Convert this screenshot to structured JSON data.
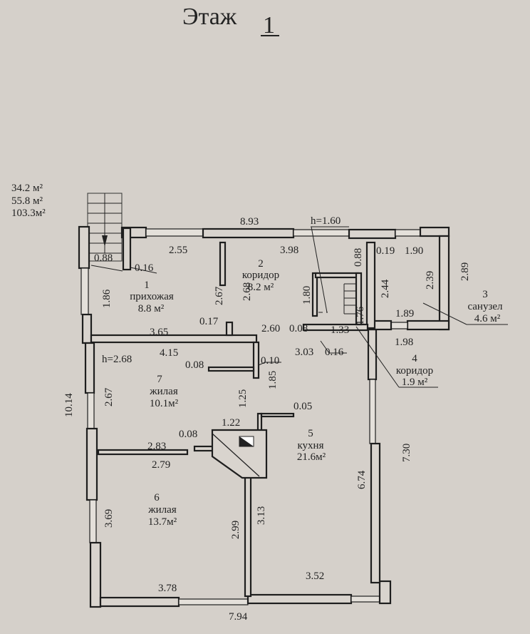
{
  "title": {
    "label": "Этаж",
    "floor_number": "1"
  },
  "totals": [
    "34.2 м²",
    "55.8 м²",
    "103.3м²"
  ],
  "heights": {
    "stair": "h=1.60",
    "ceiling": "h=2.68"
  },
  "rooms": [
    {
      "num": "1",
      "name": "прихожая",
      "area": "8.8 м²"
    },
    {
      "num": "2",
      "name": "коридор",
      "area": "8.2 м²"
    },
    {
      "num": "3",
      "name": "санузел",
      "area": "4.6 м²"
    },
    {
      "num": "4",
      "name": "коридор",
      "area": "1.9 м²"
    },
    {
      "num": "5",
      "name": "кухня",
      "area": "21.6м²"
    },
    {
      "num": "6",
      "name": "жилая",
      "area": "13.7м²"
    },
    {
      "num": "7",
      "name": "жилая",
      "area": "10.1м²"
    }
  ],
  "dims": [
    "8.93",
    "2.55",
    "3.98",
    "0.88",
    "0.16",
    "1.86",
    "2.67",
    "2.68",
    "1.80",
    "0.88",
    "0.19",
    "1.90",
    "2.44",
    "2.39",
    "2.89",
    "1.76",
    "1.89",
    "0.17",
    "3.65",
    "2.60",
    "0.08",
    "1.33",
    "1.98",
    "3.03",
    "0.16",
    "4.15",
    "0.08",
    "0.10",
    "1.85",
    "2.67",
    "10.14",
    "1.25",
    "0.05",
    "1.22",
    "2.83",
    "0.08",
    "2.79",
    "7.30",
    "6.74",
    "3.69",
    "2.99",
    "3.13",
    "3.78",
    "3.52",
    "7.94"
  ]
}
